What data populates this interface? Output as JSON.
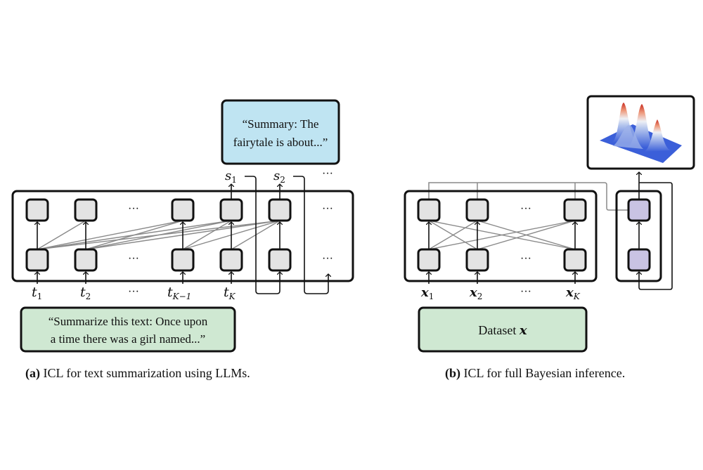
{
  "panel_a": {
    "caption_label": "(a)",
    "caption_text": " ICL for text summarization using LLMs.",
    "input_box": {
      "line1": "“Summarize this text:  Once upon",
      "line2": "a time there was a girl named...”",
      "color": "#cfe8d2"
    },
    "output_box": {
      "line1": "“Summary:  The",
      "line2": "fairytale is about...”",
      "color": "#bfe4f2"
    },
    "inputs": [
      {
        "base": "t",
        "sub": "1"
      },
      {
        "base": "t",
        "sub": "2"
      },
      {
        "base": "···",
        "sub": ""
      },
      {
        "base": "t",
        "sub": "K−1"
      },
      {
        "base": "t",
        "sub": "K"
      }
    ],
    "outputs": [
      {
        "base": "s",
        "sub": "1"
      },
      {
        "base": "s",
        "sub": "2"
      },
      {
        "base": "···",
        "sub": ""
      }
    ],
    "ellipsis": "···"
  },
  "panel_b": {
    "caption_label": "(b)",
    "caption_text": " ICL for full Bayesian inference.",
    "input_box": {
      "text": "Dataset ",
      "symbol": "x",
      "color": "#cfe8d2"
    },
    "inputs": [
      {
        "base": "x",
        "sub": "1"
      },
      {
        "base": "x",
        "sub": "2"
      },
      {
        "base": "···",
        "sub": ""
      },
      {
        "base": "x",
        "sub": "K"
      }
    ],
    "ellipsis": "···",
    "posterior_plot": {
      "description": "3D surface with three peaks",
      "peaks": 3,
      "colormap": [
        "#3b5fd9",
        "#dfe8f7",
        "#d6402b"
      ]
    }
  },
  "colors": {
    "node_fill": "#e3e3e3",
    "node_fill_purple": "#c9c3e3",
    "edge_gray": "#8a8a8a",
    "stroke": "#111111"
  }
}
